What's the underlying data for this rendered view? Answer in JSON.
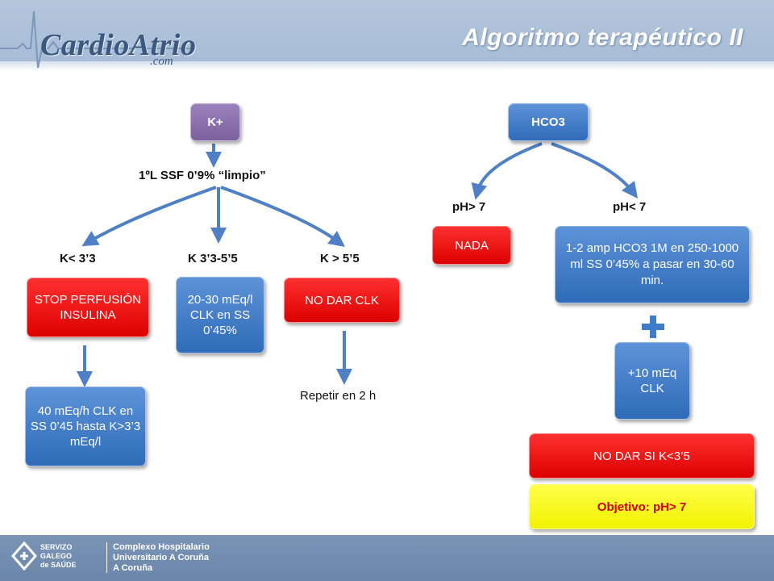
{
  "header": {
    "logo_text": "CardioAtrio",
    "logo_sub": ".com",
    "title": "Algoritmo terapéutico II"
  },
  "left": {
    "root": "K+",
    "step": "1ºL SSF 0’9% “limpio”",
    "branches": [
      "K< 3’3",
      "K 3’3-5’5",
      "K > 5’5"
    ],
    "stop_box": "STOP PERFUSIÓN INSULINA",
    "clk_box": "20-30 mEq/l CLK en SS 0’45%",
    "nodar_box": "NO DAR CLK",
    "bottom_box": "40 mEq/h CLK en SS 0’45 hasta K>3’3 mEq/l",
    "repeat": "Repetir en 2 h"
  },
  "right": {
    "root": "HCO3",
    "branches": [
      "pH> 7",
      "pH< 7"
    ],
    "nada_box": "NADA",
    "dose_box": "1-2 amp HCO3 1M en 250-1000 ml SS 0’45% a pasar en 30-60 min.",
    "clk_box": "+10 mEq CLK",
    "warning_box": "NO DAR SI K<3’5",
    "goal_box": "Objetivo: pH> 7"
  },
  "footer": {
    "org_lines": [
      "SERVIZO",
      "GALEGO",
      "de SAÚDE"
    ],
    "hospital_lines": [
      "Complexo Hospitalario",
      "Universitario A Coruña",
      "A Coruña"
    ]
  },
  "colors": {
    "header": "#a7bcd6",
    "blue_box": "#3f7cc8",
    "red_box": "#ee0000",
    "purple_box": "#8a71ae",
    "yellow_box": "#ffff1e",
    "arrow": "#4f7fc4",
    "footer": "#6b86aa"
  },
  "icons": [
    "ecg-trace-icon",
    "plus-icon",
    "sergas-emblem-icon"
  ]
}
